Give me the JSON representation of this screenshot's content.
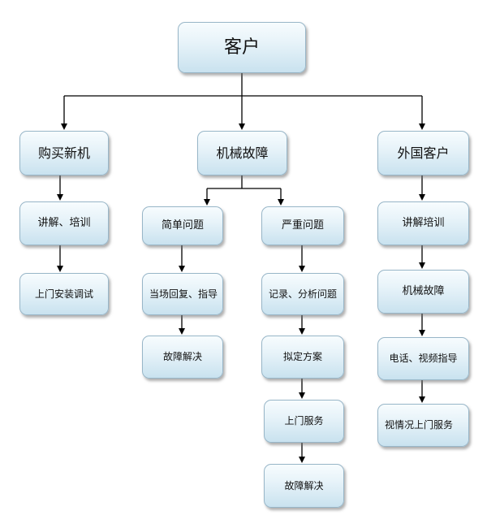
{
  "nodes": {
    "customer": "客户",
    "buy_new": "购买新机",
    "mech_fault": "机械故障",
    "foreign_customer": "外国客户",
    "lecture_training": "讲解、培训",
    "onsite_install": "上门安装调试",
    "simple_problem": "简单问题",
    "serious_problem": "严重问题",
    "onsite_reply": "当场回复、指导",
    "record_analyze": "记录、分析问题",
    "fault_solved_1": "故障解决",
    "draft_plan": "拟定方案",
    "onsite_service": "上门服务",
    "fault_solved_2": "故障解决",
    "foreign_lecture": "讲解培训",
    "foreign_mech_fault": "机械故障",
    "phone_video": "电话、视频指导",
    "onsite_by_case": "视情况上门服务"
  },
  "colors": {
    "connector": "#000000",
    "node_border": "#98b6c8",
    "node_fill_top": "#f7fcfe",
    "node_fill_bottom": "#c9e2ef"
  }
}
